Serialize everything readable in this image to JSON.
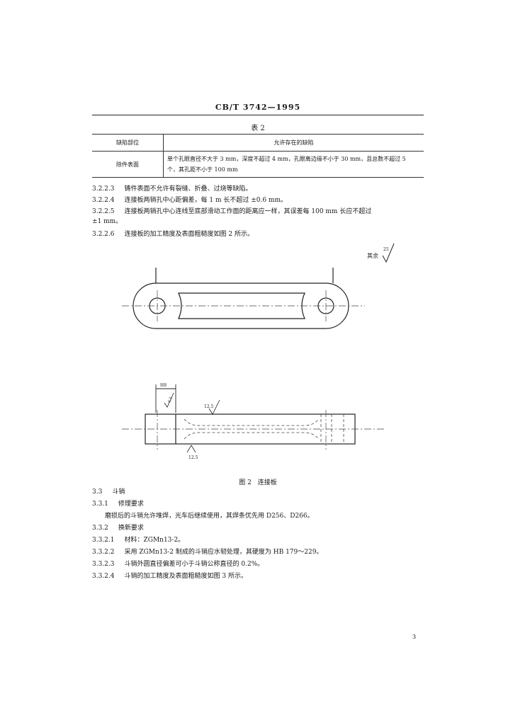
{
  "header": {
    "standard": "CB/T 3742—1995"
  },
  "table2": {
    "caption": "表 2",
    "col1": "缺陷部位",
    "col2": "允许存在的缺陷",
    "row": {
      "part": "除件表面",
      "desc_line1": "单个孔眼直径不大于 3 mm，深度不超过 4 mm，孔眼离边缘不小于 30 mm，且总数不超过 5",
      "desc_line2": "个，其孔距不小于 100 mm"
    }
  },
  "clauses": [
    {
      "num": "3.2.2.3",
      "text": "铸件表面不允许有裂缝、折叠、过烧等缺陷。"
    },
    {
      "num": "3.2.2.4",
      "text": "连接板两销孔中心距偏差，每 1 m 长不超过 ±0.6 mm。"
    },
    {
      "num": "3.2.2.5",
      "text": "连接板两销孔中心连线至底部滑动工作面的距离应一样，其误差每 100 mm 长应不超过",
      "cont": "±1 mm。"
    },
    {
      "num": "3.2.2.6",
      "text": "连接板的加工精度及表面粗糙度如图 2 所示。"
    }
  ],
  "figure2": {
    "rest_label": "其余",
    "rest_value": "25",
    "dim_label": "H8",
    "roughness_side": "6.3",
    "roughness_top": "12.5",
    "roughness_bottom": "12.5",
    "caption": "图 2　连接板"
  },
  "section": {
    "num": "3.3",
    "title": "斗销"
  },
  "sub1": {
    "num": "3.3.1",
    "title": "修理要求",
    "body": "磨损后的斗销允许堆焊，光车后继续使用，其焊条优先用 D256、D266。"
  },
  "sub2": {
    "num": "3.3.2",
    "title": "换新要求"
  },
  "sub2_items": [
    {
      "num": "3.3.2.1",
      "text": "材料：ZGMn13-2。"
    },
    {
      "num": "3.3.2.2",
      "text": "采用 ZGMn13-2 制成的斗销应水韧处理，其硬度为 HB 179～229。"
    },
    {
      "num": "3.3.2.3",
      "text": "斗销外圆直径偏差可小于斗销公称直径的 0.2%。"
    },
    {
      "num": "3.3.2.4",
      "text": "斗销的加工精度及表面粗糙度如图 3 所示。"
    }
  ],
  "page_number": "3"
}
